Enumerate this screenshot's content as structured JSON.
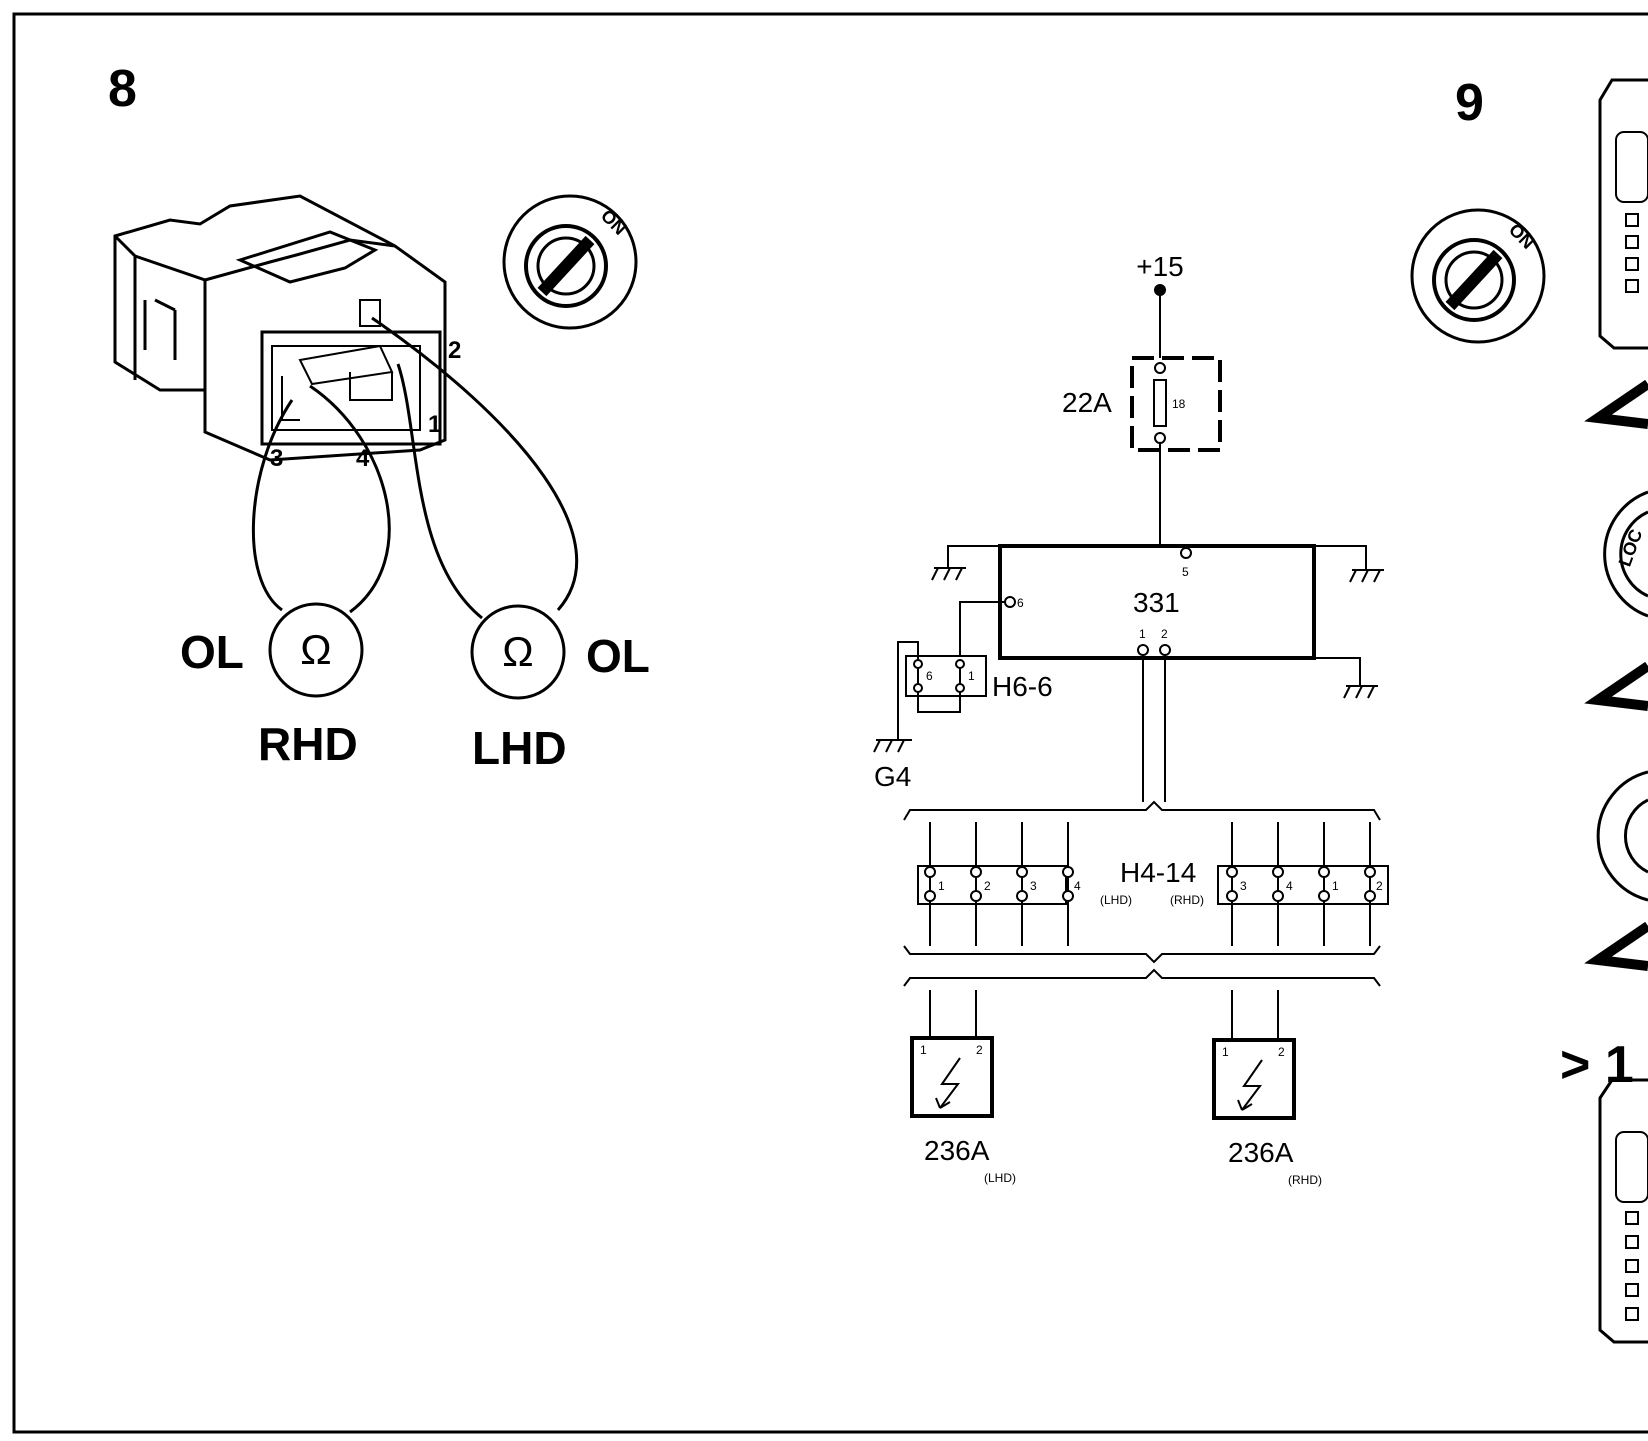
{
  "steps": {
    "step8": "8",
    "step9": "9",
    "step10_partial": "> 1"
  },
  "connector_test": {
    "pins": {
      "p1": "1",
      "p2": "2",
      "p3": "3",
      "p4": "4"
    },
    "meter_left": {
      "reading": "OL",
      "symbol": "Ω",
      "caption": "RHD"
    },
    "meter_right": {
      "reading": "OL",
      "symbol": "Ω",
      "caption": "LHD"
    }
  },
  "ignition": {
    "on_label": "ON",
    "lock_partial": "LOC"
  },
  "schematic": {
    "supply": "+15",
    "fuse_box": "22A",
    "fuse_number": "18",
    "module": "331",
    "module_pins": {
      "p5": "5",
      "p6": "6",
      "p1": "1",
      "p2": "2"
    },
    "connector_h66": {
      "name": "H6-6",
      "pin_a": "6",
      "pin_b": "1"
    },
    "ground": "G4",
    "connector_h414": {
      "name": "H4-14",
      "lhd_tag": "(LHD)",
      "rhd_tag": "(RHD)",
      "lhd_pins": [
        "1",
        "2",
        "3",
        "4"
      ],
      "rhd_pins": [
        "3",
        "4",
        "1",
        "2"
      ]
    },
    "sensor_lhd": {
      "name": "236A",
      "tag": "(LHD)",
      "pin1": "1",
      "pin2": "2"
    },
    "sensor_rhd": {
      "name": "236A",
      "tag": "(RHD)",
      "pin1": "1",
      "pin2": "2"
    }
  }
}
